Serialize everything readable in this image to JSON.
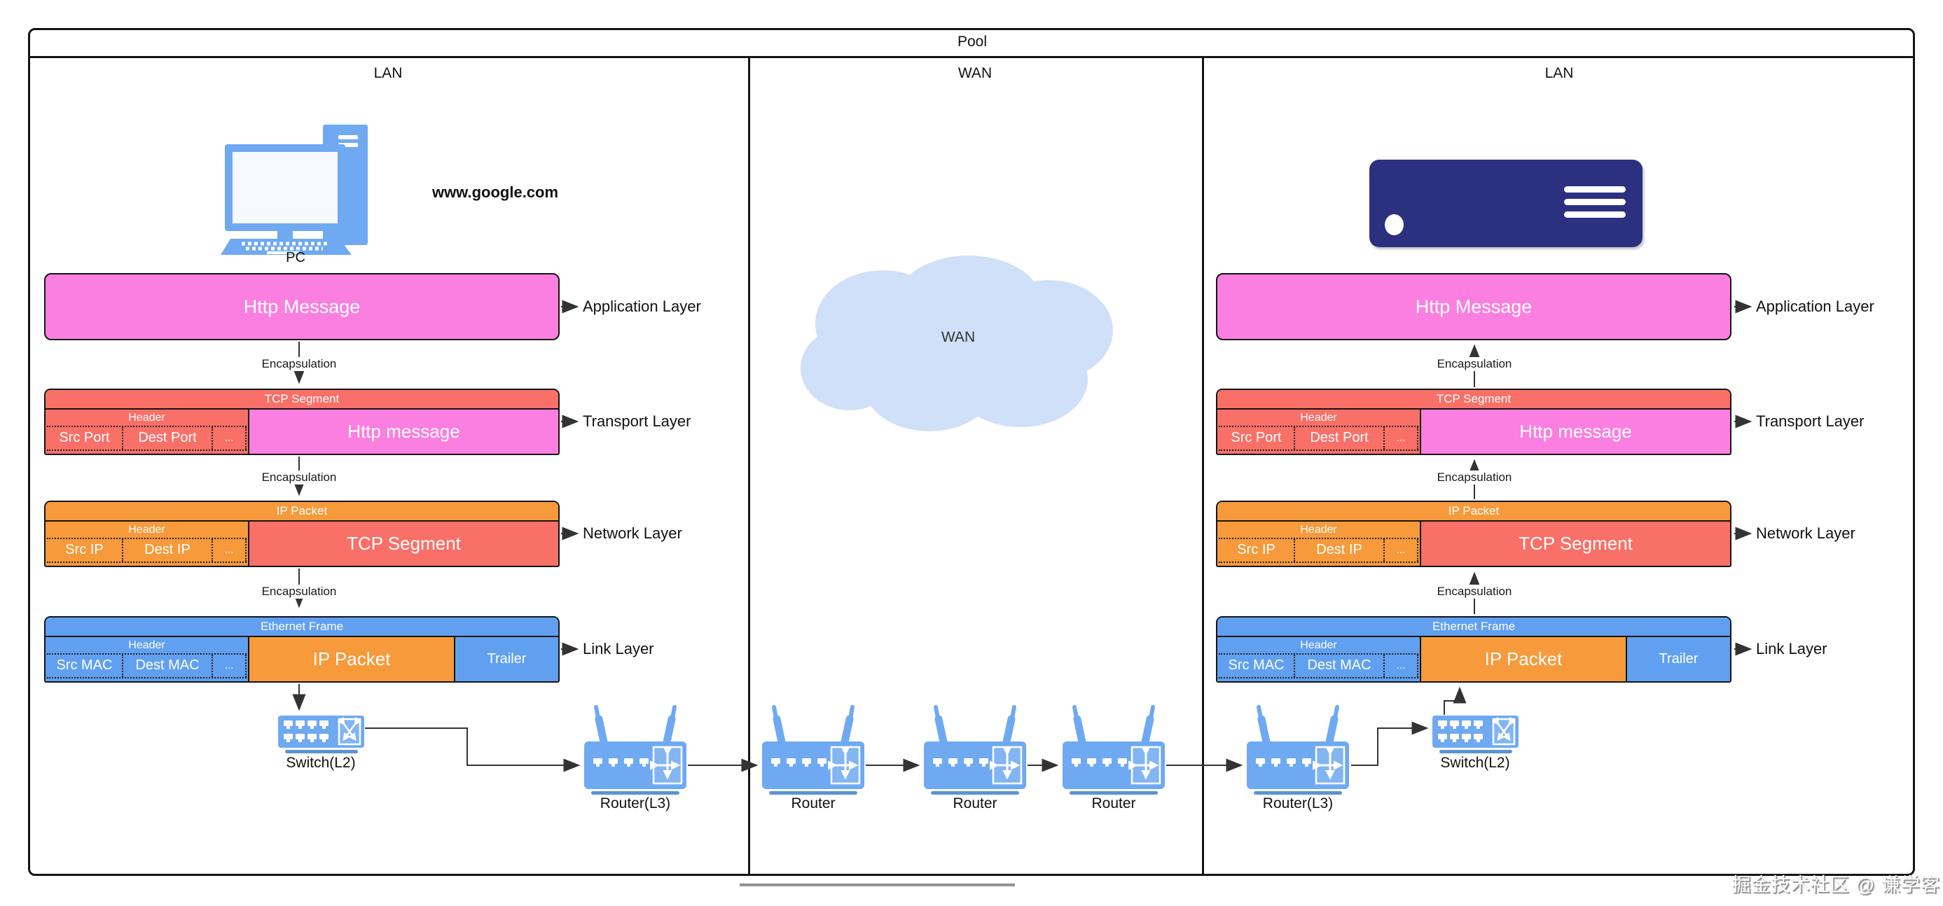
{
  "pool": {
    "title": "Pool",
    "lanes": [
      {
        "label": "LAN"
      },
      {
        "label": "WAN"
      },
      {
        "label": "LAN"
      }
    ]
  },
  "client": {
    "device_label": "PC",
    "url": "www.google.com"
  },
  "wan": {
    "cloud_label": "WAN",
    "routers": [
      "Router",
      "Router",
      "Router"
    ]
  },
  "lan_devices": {
    "switch": "Switch(L2)",
    "router_l3": "Router(L3)"
  },
  "stack": {
    "http_message": "Http Message",
    "encapsulation": "Encapsulation",
    "tcp": {
      "title": "TCP Segment",
      "header": "Header",
      "cells": [
        "Src Port",
        "Dest Port",
        "..."
      ],
      "payload": "Http message"
    },
    "ip": {
      "title": "IP Packet",
      "header": "Header",
      "cells": [
        "Src IP",
        "Dest IP",
        "..."
      ],
      "payload": "TCP Segment"
    },
    "eth": {
      "title": "Ethernet Frame",
      "header": "Header",
      "cells": [
        "Src MAC",
        "Dest MAC",
        "..."
      ],
      "payload": "IP Packet",
      "trailer": "Trailer"
    }
  },
  "layers": [
    "Application Layer",
    "Transport Layer",
    "Network Layer",
    "Link Layer"
  ],
  "watermark": "掘金技术社区 @ 谦学客",
  "colors": {
    "pink": "#FA7FE0",
    "red": "#F97068",
    "orange": "#F79A3B",
    "blue": "#61A0F0",
    "device_blue": "#6FA9F1",
    "device_underline": "#5B93D6",
    "cloud": "#CFE0F8",
    "server_navy": "#2B317F",
    "line": "#333333"
  }
}
